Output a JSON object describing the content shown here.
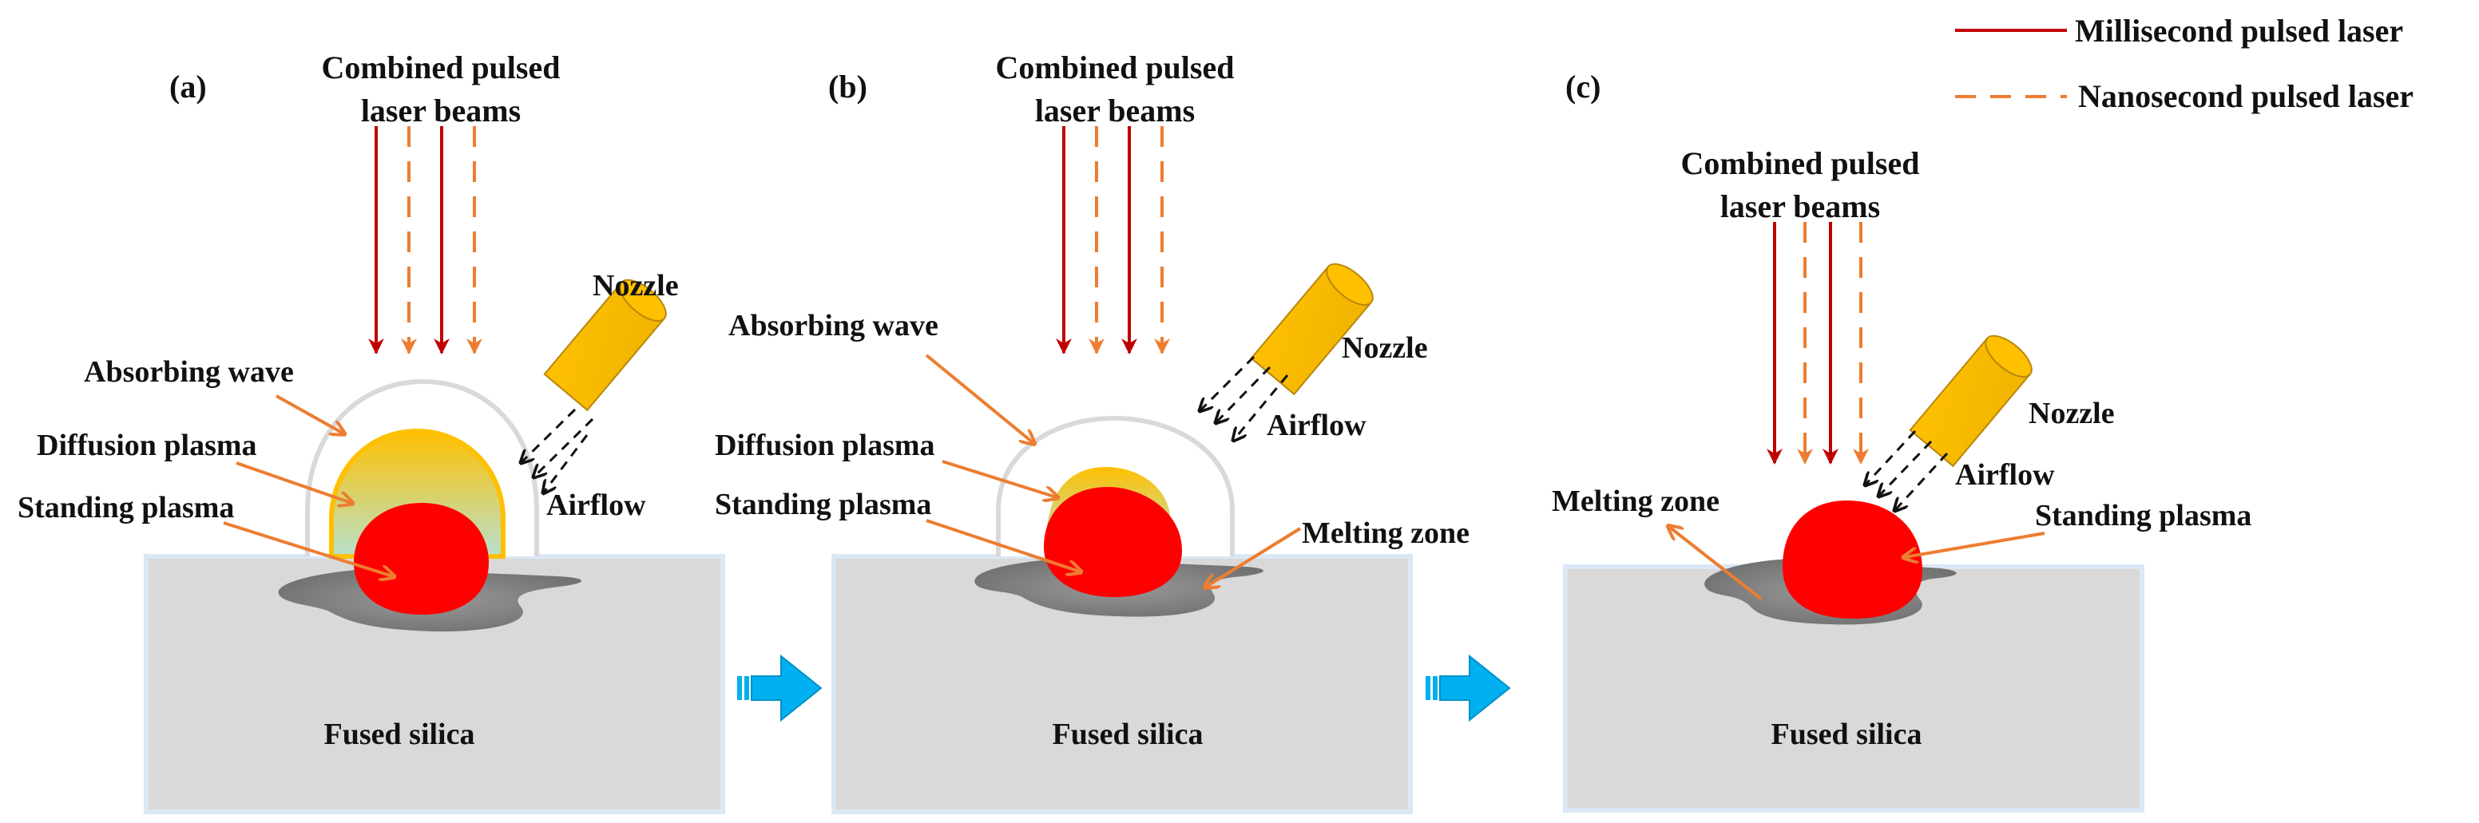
{
  "legend": {
    "items": [
      {
        "label": "Millisecond pulsed laser",
        "style": "solid",
        "color": "#c00000"
      },
      {
        "label": "Nanosecond pulsed laser",
        "style": "dashed",
        "color": "#ed7d31"
      }
    ]
  },
  "colors": {
    "ms_laser": "#c00000",
    "ns_laser": "#ed7d31",
    "pointer": "#ed7d31",
    "nozzle": "#ffc000",
    "standing_plasma": "#ff0000",
    "diffusion_plasma": "#ffc000",
    "absorbing_wave": "#d9d9d9",
    "substrate": "#d9d9d9",
    "substrate_border": "#dae8f5",
    "melt": "#808080",
    "stage_arrow": "#00b0f0"
  },
  "panels": [
    {
      "tag": "(a)",
      "beam_title": [
        "Combined pulsed",
        "laser beams"
      ],
      "nozzle": "Nozzle",
      "airflow": "Airflow",
      "absorbing_wave": "Absorbing wave",
      "diffusion_plasma": "Diffusion plasma",
      "standing_plasma": "Standing plasma",
      "substrate": "Fused silica"
    },
    {
      "tag": "(b)",
      "beam_title": [
        "Combined pulsed",
        "laser beams"
      ],
      "nozzle": "Nozzle",
      "airflow": "Airflow",
      "absorbing_wave": "Absorbing wave",
      "diffusion_plasma": "Diffusion plasma",
      "standing_plasma": "Standing plasma",
      "melting_zone": "Melting zone",
      "substrate": "Fused silica"
    },
    {
      "tag": "(c)",
      "beam_title": [
        "Combined pulsed",
        "laser beams"
      ],
      "nozzle": "Nozzle",
      "airflow": "Airflow",
      "standing_plasma": "Standing plasma",
      "melting_zone": "Melting zone",
      "substrate": "Fused silica"
    }
  ]
}
